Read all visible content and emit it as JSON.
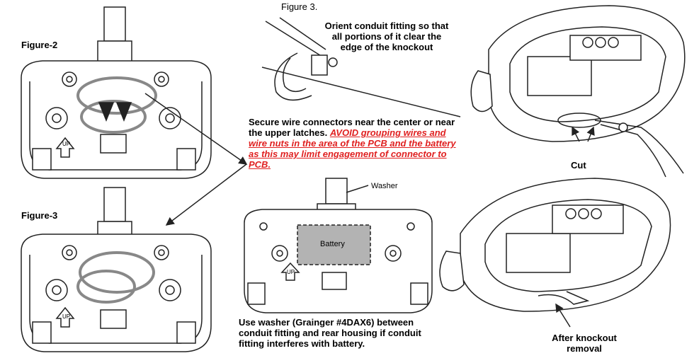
{
  "figures": {
    "figure2_label": "Figure-2",
    "figure3_label": "Figure-3",
    "figure3_top_label": "Figure 3."
  },
  "callouts": {
    "orient": [
      "Orient conduit fitting so that",
      "all portions of it clear the",
      "edge of the knockout"
    ],
    "secure_lead": "Secure wire connectors near the center or near the upper latches. ",
    "secure_warning": "AVOID grouping wires and wire nuts in the area of the PCB and the battery as this may limit engagement of connector to PCB.",
    "washer_instructions": [
      "Use washer (Grainger #4DAX6) between",
      "conduit fitting and rear housing if conduit",
      "fitting interferes with battery."
    ],
    "cut": "Cut",
    "after_knockout": [
      "After knockout",
      "removal"
    ]
  },
  "diagram_labels": {
    "washer": "Washer",
    "battery": "Battery",
    "up": "UP"
  },
  "colors": {
    "warning": "#e02020",
    "line": "#222222",
    "battery_fill": "#b3b3b3"
  }
}
